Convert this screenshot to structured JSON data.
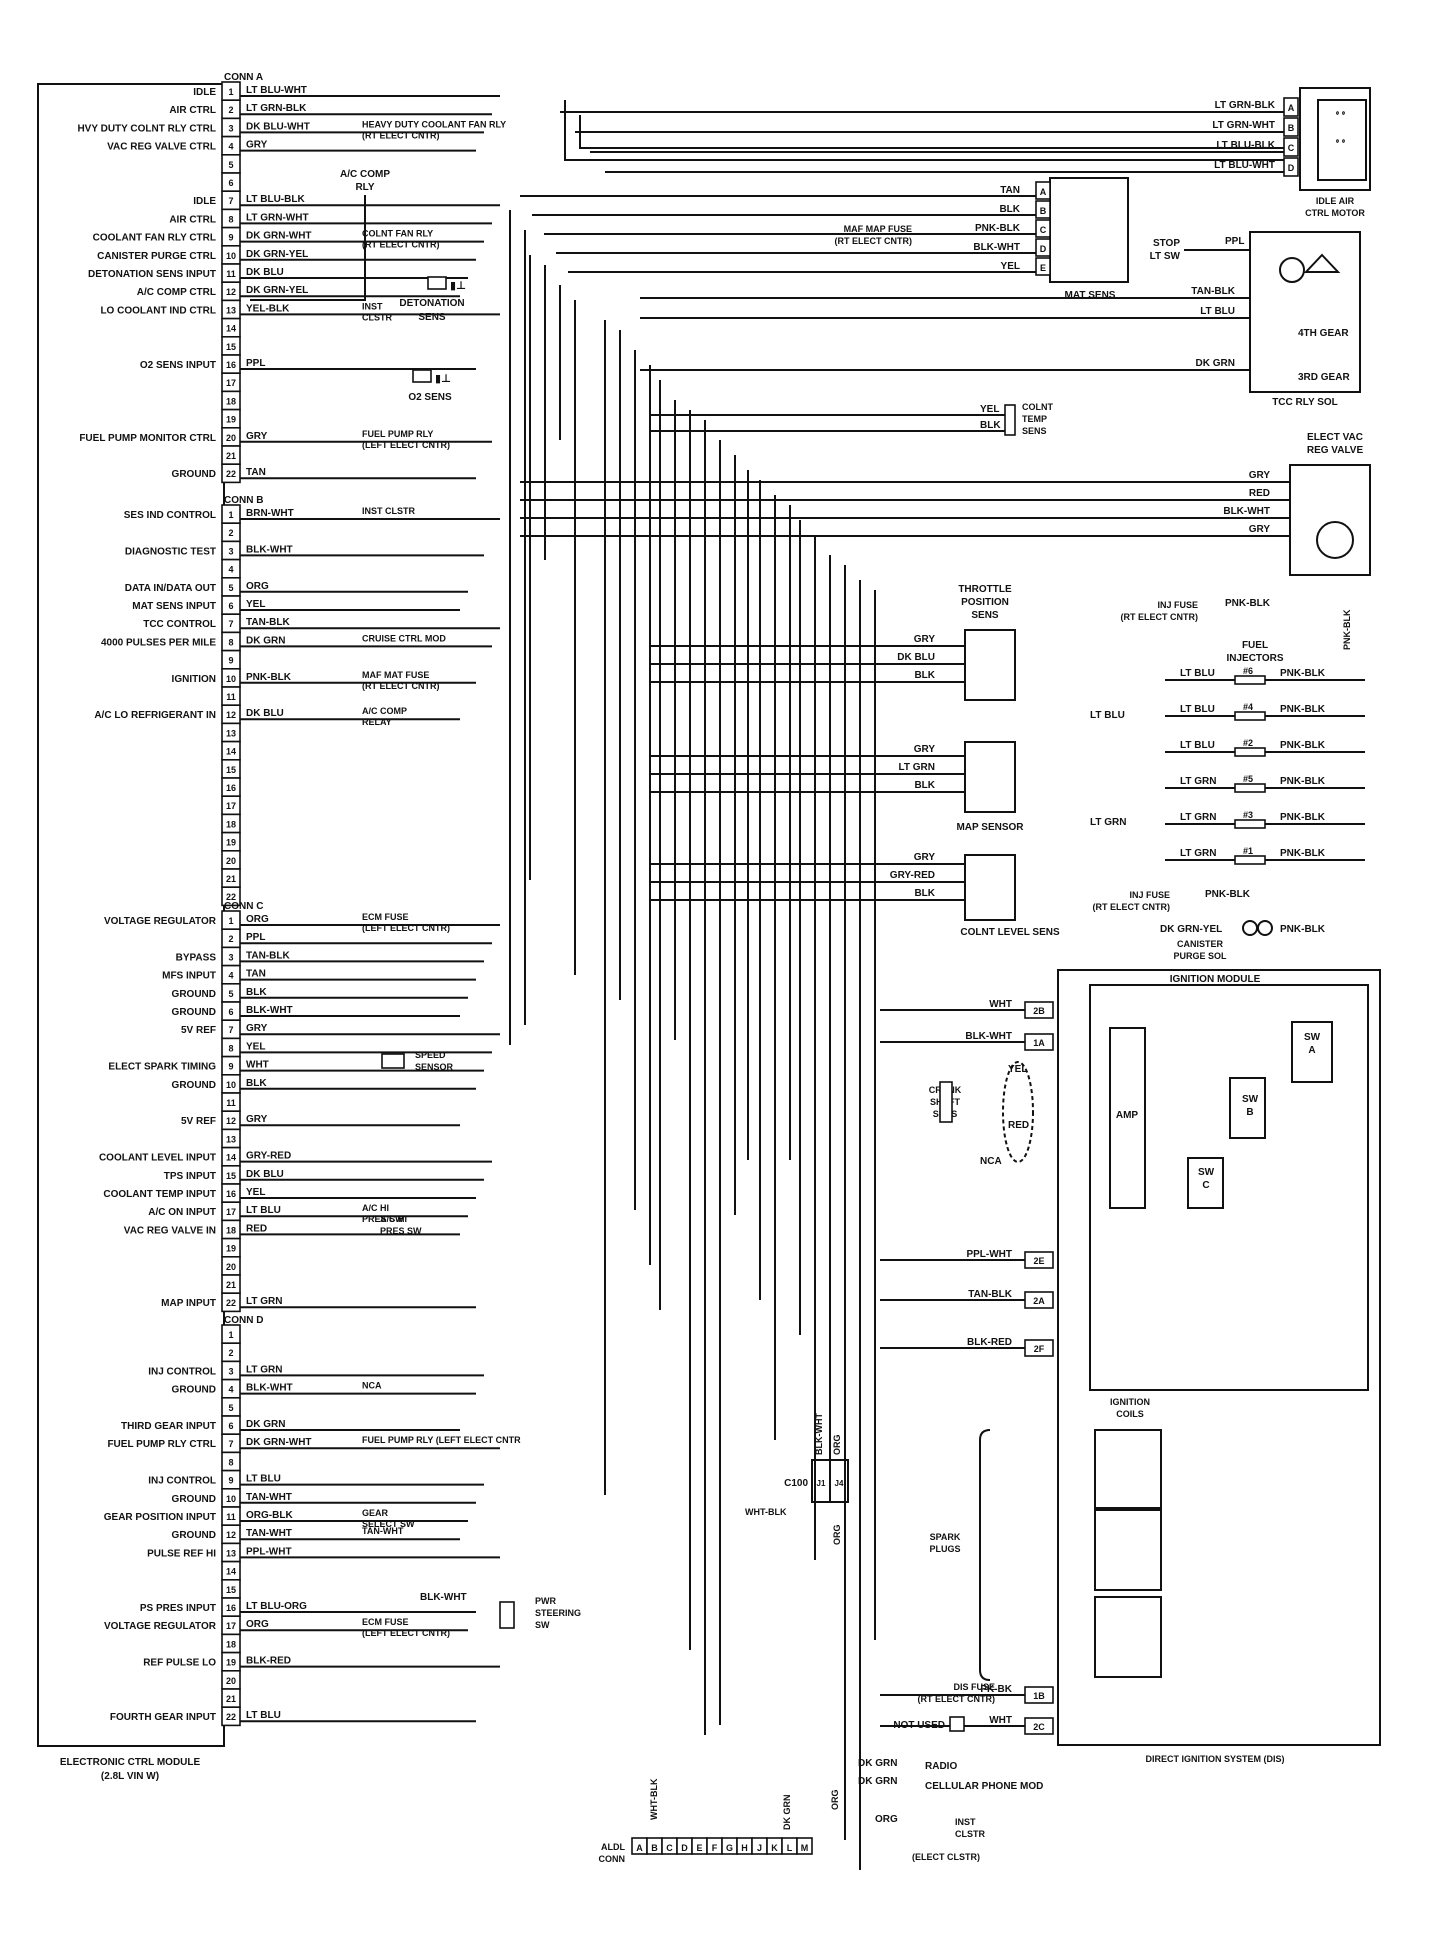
{
  "ecm": {
    "title": "ELECTRONIC CTRL MODULE",
    "subtitle": "(2.8L VIN W)",
    "connectors": [
      {
        "name": "CONN A",
        "pins": [
          {
            "n": "1",
            "func": "IDLE",
            "wire": "LT BLU-WHT"
          },
          {
            "n": "2",
            "func": "AIR CTRL",
            "wire": "LT GRN-BLK"
          },
          {
            "n": "3",
            "func": "HVY DUTY COLNT RLY CTRL",
            "wire": "DK BLU-WHT",
            "dest": "HEAVY DUTY COOLANT FAN RLY",
            "dest2": "(RT ELECT CNTR)"
          },
          {
            "n": "4",
            "func": "VAC REG VALVE CTRL",
            "wire": "GRY"
          },
          {
            "n": "5",
            "func": "",
            "wire": ""
          },
          {
            "n": "6",
            "func": "",
            "wire": ""
          },
          {
            "n": "7",
            "func": "IDLE",
            "wire": "LT BLU-BLK"
          },
          {
            "n": "8",
            "func": "AIR CTRL",
            "wire": "LT GRN-WHT"
          },
          {
            "n": "9",
            "func": "COOLANT FAN RLY CTRL",
            "wire": "DK GRN-WHT",
            "dest": "COLNT FAN RLY",
            "dest2": "(RT ELECT CNTR)"
          },
          {
            "n": "10",
            "func": "CANISTER PURGE CTRL",
            "wire": "DK GRN-YEL"
          },
          {
            "n": "11",
            "func": "DETONATION SENS INPUT",
            "wire": "DK BLU"
          },
          {
            "n": "12",
            "func": "A/C COMP CTRL",
            "wire": "DK GRN-YEL"
          },
          {
            "n": "13",
            "func": "LO COOLANT IND CTRL",
            "wire": "YEL-BLK",
            "dest": "INST",
            "dest2": "CLSTR"
          },
          {
            "n": "14",
            "func": "",
            "wire": ""
          },
          {
            "n": "15",
            "func": "",
            "wire": ""
          },
          {
            "n": "16",
            "func": "O2 SENS INPUT",
            "wire": "PPL"
          },
          {
            "n": "17",
            "func": "",
            "wire": ""
          },
          {
            "n": "18",
            "func": "",
            "wire": ""
          },
          {
            "n": "19",
            "func": "",
            "wire": ""
          },
          {
            "n": "20",
            "func": "FUEL PUMP MONITOR CTRL",
            "wire": "GRY",
            "dest": "FUEL PUMP RLY",
            "dest2": "(LEFT ELECT CNTR)"
          },
          {
            "n": "21",
            "func": "",
            "wire": ""
          },
          {
            "n": "22",
            "func": "GROUND",
            "wire": "TAN"
          }
        ]
      },
      {
        "name": "CONN B",
        "pins": [
          {
            "n": "1",
            "func": "SES IND CONTROL",
            "wire": "BRN-WHT",
            "dest": "INST CLSTR"
          },
          {
            "n": "2",
            "func": "",
            "wire": ""
          },
          {
            "n": "3",
            "func": "DIAGNOSTIC TEST",
            "wire": "BLK-WHT"
          },
          {
            "n": "4",
            "func": "",
            "wire": ""
          },
          {
            "n": "5",
            "func": "DATA IN/DATA OUT",
            "wire": "ORG"
          },
          {
            "n": "6",
            "func": "MAT SENS INPUT",
            "wire": "YEL"
          },
          {
            "n": "7",
            "func": "TCC CONTROL",
            "wire": "TAN-BLK"
          },
          {
            "n": "8",
            "func": "4000 PULSES PER MILE",
            "wire": "DK GRN",
            "dest": "CRUISE CTRL MOD"
          },
          {
            "n": "9",
            "func": "",
            "wire": ""
          },
          {
            "n": "10",
            "func": "IGNITION",
            "wire": "PNK-BLK",
            "dest": "MAF MAT FUSE",
            "dest2": "(RT ELECT CNTR)"
          },
          {
            "n": "11",
            "func": "",
            "wire": ""
          },
          {
            "n": "12",
            "func": "A/C LO REFRIGERANT IN",
            "wire": "DK BLU",
            "dest": "A/C COMP",
            "dest2": "RELAY"
          },
          {
            "n": "13",
            "func": "",
            "wire": ""
          },
          {
            "n": "14",
            "func": "",
            "wire": ""
          },
          {
            "n": "15",
            "func": "",
            "wire": ""
          },
          {
            "n": "16",
            "func": "",
            "wire": ""
          },
          {
            "n": "17",
            "func": "",
            "wire": ""
          },
          {
            "n": "18",
            "func": "",
            "wire": ""
          },
          {
            "n": "19",
            "func": "",
            "wire": ""
          },
          {
            "n": "20",
            "func": "",
            "wire": ""
          },
          {
            "n": "21",
            "func": "",
            "wire": ""
          },
          {
            "n": "22",
            "func": "",
            "wire": ""
          }
        ]
      },
      {
        "name": "CONN C",
        "pins": [
          {
            "n": "1",
            "func": "VOLTAGE REGULATOR",
            "wire": "ORG",
            "dest": "ECM FUSE",
            "dest2": "(LEFT ELECT CNTR)"
          },
          {
            "n": "2",
            "func": "",
            "wire": "PPL"
          },
          {
            "n": "3",
            "func": "BYPASS",
            "wire": "TAN-BLK"
          },
          {
            "n": "4",
            "func": "MFS INPUT",
            "wire": "TAN"
          },
          {
            "n": "5",
            "func": "GROUND",
            "wire": "BLK"
          },
          {
            "n": "6",
            "func": "GROUND",
            "wire": "BLK-WHT"
          },
          {
            "n": "7",
            "func": "5V REF",
            "wire": "GRY"
          },
          {
            "n": "8",
            "func": "",
            "wire": "YEL"
          },
          {
            "n": "9",
            "func": "ELECT SPARK TIMING",
            "wire": "WHT"
          },
          {
            "n": "10",
            "func": "GROUND",
            "wire": "BLK"
          },
          {
            "n": "11",
            "func": "",
            "wire": ""
          },
          {
            "n": "12",
            "func": "5V REF",
            "wire": "GRY"
          },
          {
            "n": "13",
            "func": "",
            "wire": ""
          },
          {
            "n": "14",
            "func": "COOLANT LEVEL INPUT",
            "wire": "GRY-RED"
          },
          {
            "n": "15",
            "func": "TPS INPUT",
            "wire": "DK BLU"
          },
          {
            "n": "16",
            "func": "COOLANT TEMP INPUT",
            "wire": "YEL"
          },
          {
            "n": "17",
            "func": "A/C ON INPUT",
            "wire": "LT BLU",
            "dest": "A/C HI",
            "dest2": "PRES SW"
          },
          {
            "n": "18",
            "func": "VAC REG VALVE IN",
            "wire": "RED"
          },
          {
            "n": "19",
            "func": "",
            "wire": ""
          },
          {
            "n": "20",
            "func": "",
            "wire": ""
          },
          {
            "n": "21",
            "func": "",
            "wire": ""
          },
          {
            "n": "22",
            "func": "MAP INPUT",
            "wire": "LT GRN"
          }
        ]
      },
      {
        "name": "CONN D",
        "pins": [
          {
            "n": "1",
            "func": "",
            "wire": ""
          },
          {
            "n": "2",
            "func": "",
            "wire": ""
          },
          {
            "n": "3",
            "func": "INJ CONTROL",
            "wire": "LT GRN"
          },
          {
            "n": "4",
            "func": "GROUND",
            "wire": "BLK-WHT",
            "dest": "NCA"
          },
          {
            "n": "5",
            "func": "",
            "wire": ""
          },
          {
            "n": "6",
            "func": "THIRD GEAR INPUT",
            "wire": "DK GRN"
          },
          {
            "n": "7",
            "func": "FUEL PUMP RLY CTRL",
            "wire": "DK GRN-WHT",
            "dest": "FUEL PUMP RLY (LEFT ELECT CNTR"
          },
          {
            "n": "8",
            "func": "",
            "wire": ""
          },
          {
            "n": "9",
            "func": "INJ CONTROL",
            "wire": "LT BLU"
          },
          {
            "n": "10",
            "func": "GROUND",
            "wire": "TAN-WHT"
          },
          {
            "n": "11",
            "func": "GEAR POSITION INPUT",
            "wire": "ORG-BLK",
            "dest": "GEAR",
            "dest2": "SELECT SW"
          },
          {
            "n": "12",
            "func": "GROUND",
            "wire": "TAN-WHT",
            "dest": "TAN-WHT"
          },
          {
            "n": "13",
            "func": "PULSE REF HI",
            "wire": "PPL-WHT"
          },
          {
            "n": "14",
            "func": "",
            "wire": ""
          },
          {
            "n": "15",
            "func": "",
            "wire": ""
          },
          {
            "n": "16",
            "func": "PS PRES INPUT",
            "wire": "LT BLU-ORG"
          },
          {
            "n": "17",
            "func": "VOLTAGE REGULATOR",
            "wire": "ORG",
            "dest": "ECM FUSE",
            "dest2": "(LEFT ELECT CNTR)"
          },
          {
            "n": "18",
            "func": "",
            "wire": ""
          },
          {
            "n": "19",
            "func": "REF PULSE LO",
            "wire": "BLK-RED"
          },
          {
            "n": "20",
            "func": "",
            "wire": ""
          },
          {
            "n": "21",
            "func": "",
            "wire": ""
          },
          {
            "n": "22",
            "func": "FOURTH GEAR INPUT",
            "wire": "LT BLU"
          }
        ]
      }
    ]
  },
  "components": {
    "idle_air_motor": {
      "label1": "IDLE AIR",
      "label2": "CTRL MOTOR",
      "pins": [
        "A",
        "B",
        "C",
        "D"
      ],
      "wires": [
        "LT GRN-BLK",
        "LT GRN-WHT",
        "LT BLU-BLK",
        "LT BLU-WHT"
      ]
    },
    "mat_sens": {
      "label": "MAT SENS",
      "pins": [
        "A",
        "B",
        "C",
        "D",
        "E"
      ],
      "wires": [
        "TAN",
        "BLK",
        "PNK-BLK",
        "BLK-WHT",
        "YEL"
      ],
      "fuse": "MAF MAP FUSE",
      "fuse2": "(RT ELECT CNTR)"
    },
    "ac_comp_rly": {
      "label1": "A/C COMP",
      "label2": "RLY"
    },
    "detonation_sens": {
      "label1": "DETONATION",
      "label2": "SENS"
    },
    "o2_sens": {
      "label": "O2 SENS"
    },
    "tcc": {
      "stop": "STOP",
      "stop2": "LT SW",
      "stop_wire": "PPL",
      "wires": [
        "TAN-BLK",
        "LT BLU",
        "DK GRN"
      ],
      "gear4": "4TH GEAR",
      "gear3": "3RD GEAR",
      "label": "TCC RLY SOL"
    },
    "colnt_temp": {
      "label1": "COLNT",
      "label2": "TEMP",
      "label3": "SENS",
      "wires": [
        "YEL",
        "BLK"
      ]
    },
    "vac_valve": {
      "label1": "ELECT VAC",
      "label2": "REG VALVE",
      "wires": [
        "GRY",
        "RED",
        "BLK-WHT",
        "GRY"
      ]
    },
    "throttle": {
      "label1": "THROTTLE",
      "label2": "POSITION",
      "label3": "SENS",
      "wires": [
        "GRY",
        "DK BLU",
        "BLK"
      ]
    },
    "map_sensor": {
      "label": "MAP SENSOR",
      "wires": [
        "GRY",
        "LT GRN",
        "BLK"
      ]
    },
    "colnt_level": {
      "label": "COLNT LEVEL SENS",
      "wires": [
        "GRY",
        "GRY-RED",
        "BLK"
      ]
    },
    "injectors": {
      "title1": "FUEL",
      "title2": "INJECTORS",
      "fuse": "INJ FUSE",
      "fuse2": "(RT ELECT CNTR)",
      "fuse_wire": "PNK-BLK",
      "bank1": [
        {
          "n": "#6",
          "l": "LT BLU",
          "r": "PNK-BLK"
        },
        {
          "n": "#4",
          "l": "LT BLU",
          "r": "PNK-BLK"
        },
        {
          "n": "#2",
          "l": "LT BLU",
          "r": "PNK-BLK"
        }
      ],
      "bank2": [
        {
          "n": "#5",
          "l": "LT GRN",
          "r": "PNK-BLK"
        },
        {
          "n": "#3",
          "l": "LT GRN",
          "r": "PNK-BLK"
        },
        {
          "n": "#1",
          "l": "LT GRN",
          "r": "PNK-BLK"
        }
      ],
      "bank1_feed": "LT BLU",
      "bank2_feed": "LT GRN",
      "vert": "PNK-BLK"
    },
    "canister": {
      "wire_l": "DK GRN-YEL",
      "wire_r": "PNK-BLK",
      "label1": "CANISTER",
      "label2": "PURGE SOL"
    },
    "speed_sensor": {
      "label1": "SPEED",
      "label2": "SENSOR"
    },
    "ac_hi": {
      "label1": "A/C HI",
      "label2": "PRES SW"
    },
    "ignition_module": {
      "label": "IGNITION MODULE",
      "terms": [
        {
          "t": "2B",
          "w": "WHT"
        },
        {
          "t": "1A",
          "w": "BLK-WHT"
        },
        {
          "t": "2E",
          "w": "PPL-WHT"
        },
        {
          "t": "2A",
          "w": "TAN-BLK"
        },
        {
          "t": "2F",
          "w": "BLK-RED"
        },
        {
          "t": "1B",
          "w": "PK-BK"
        },
        {
          "t": "2C",
          "w": "WHT"
        }
      ],
      "amp": "AMP",
      "swa": "SW",
      "swa2": "A",
      "swb": "SW",
      "swb2": "B",
      "swc": "SW",
      "swc2": "C",
      "crank1": "CRANK",
      "crank2": "SHAFT",
      "crank3": "SENS",
      "crank_wires": [
        "YEL",
        "RED",
        "NCA"
      ],
      "coils": "IGNITION",
      "coils2": "COILS",
      "plugs": "SPARK",
      "plugs2": "PLUGS",
      "dis_fuse": "DIS FUSE",
      "dis_fuse2": "(RT ELECT CNTR)",
      "not_used": "NOT USED",
      "system": "DIRECT IGNITION SYSTEM (DIS)"
    },
    "c100": {
      "label": "C100",
      "pins": [
        "J1",
        "J4"
      ],
      "wires": [
        "BLK-WHT",
        "ORG"
      ],
      "wire2": "WHT-BLK",
      "wire3": "ORG"
    },
    "aldl": {
      "label1": "ALDL",
      "label2": "CONN",
      "pins": [
        "A",
        "B",
        "C",
        "D",
        "E",
        "F",
        "G",
        "H",
        "J",
        "K",
        "L",
        "M"
      ],
      "wires": [
        "WHT-BLK",
        "DK GRN",
        "ORG"
      ]
    },
    "radio": {
      "wire": "DK GRN",
      "label": "RADIO"
    },
    "phone": {
      "wire": "DK GRN",
      "label": "CELLULAR PHONE MOD"
    },
    "inst": {
      "wire": "ORG",
      "label1": "INST",
      "label2": "CLSTR",
      "label3": "(ELECT CLSTR)"
    },
    "pwr_steer": {
      "wire": "BLK-WHT",
      "label1": "PWR",
      "label2": "STEERING",
      "label3": "SW"
    },
    "nca": "NCA"
  }
}
